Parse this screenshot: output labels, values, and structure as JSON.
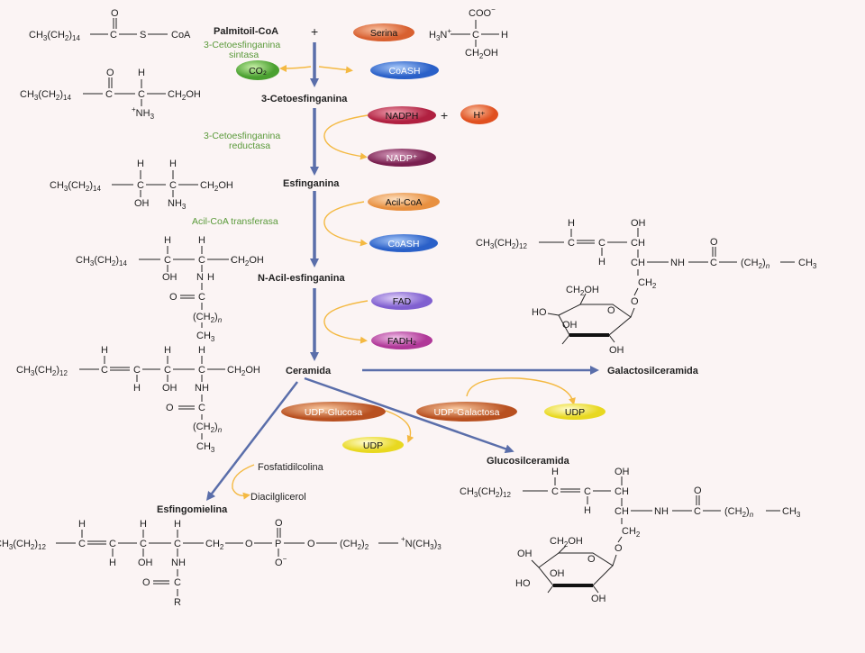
{
  "compounds": {
    "palmitoil_coa": "Palmitoil-CoA",
    "cetoesfinganina": "3-Cetoesfinganina",
    "esfinganina": "Esfinganina",
    "n_acil": "N-Acil-esfinganina",
    "ceramida": "Ceramida",
    "galactosil": "Galactosilceramida",
    "glucosil": "Glucosilceramida",
    "esfingomielina": "Esfingomielina"
  },
  "enzymes": {
    "sintasa_1": "3-Cetoesfinganina",
    "sintasa_2": "sintasa",
    "reductasa_1": "3-Cetoesfinganina",
    "reductasa_2": "reductasa",
    "transferasa": "Acil-CoA transferasa"
  },
  "cofactors": {
    "serina": "Serina",
    "co2": "CO₂",
    "coash_1": "CoASH",
    "nadph": "NADPH",
    "h_plus": "H⁺",
    "nadp": "NADP⁺",
    "acil_coa": "Acil-CoA",
    "coash_2": "CoASH",
    "fad": "FAD",
    "fadh2": "FADH₂",
    "udp_glucosa": "UDP-Glucosa",
    "udp_galactosa": "UDP-Galactosa",
    "udp_1": "UDP",
    "udp_2": "UDP",
    "fosfatidilcolina": "Fosfatidilcolina",
    "diacilglicerol": "Diacilglicerol"
  },
  "symbols": {
    "plus_1": "+",
    "plus_2": "+"
  },
  "colors": {
    "arrow": "#5a6eaa",
    "side_arrow": "#f4b942",
    "enzyme_text": "#5a9a3a",
    "serina": "#e07a4a",
    "co2": "#6cc04a",
    "coash": "#4a7ed8",
    "nadph": "#c0304a",
    "h_plus": "#e8663a",
    "nadp": "#8a2e5a",
    "acil_coa": "#f0a45a",
    "fad": "#9a7ad8",
    "fadh2": "#c04aa8",
    "udp_sugar": "#c8602a",
    "udp": "#f0e040"
  }
}
